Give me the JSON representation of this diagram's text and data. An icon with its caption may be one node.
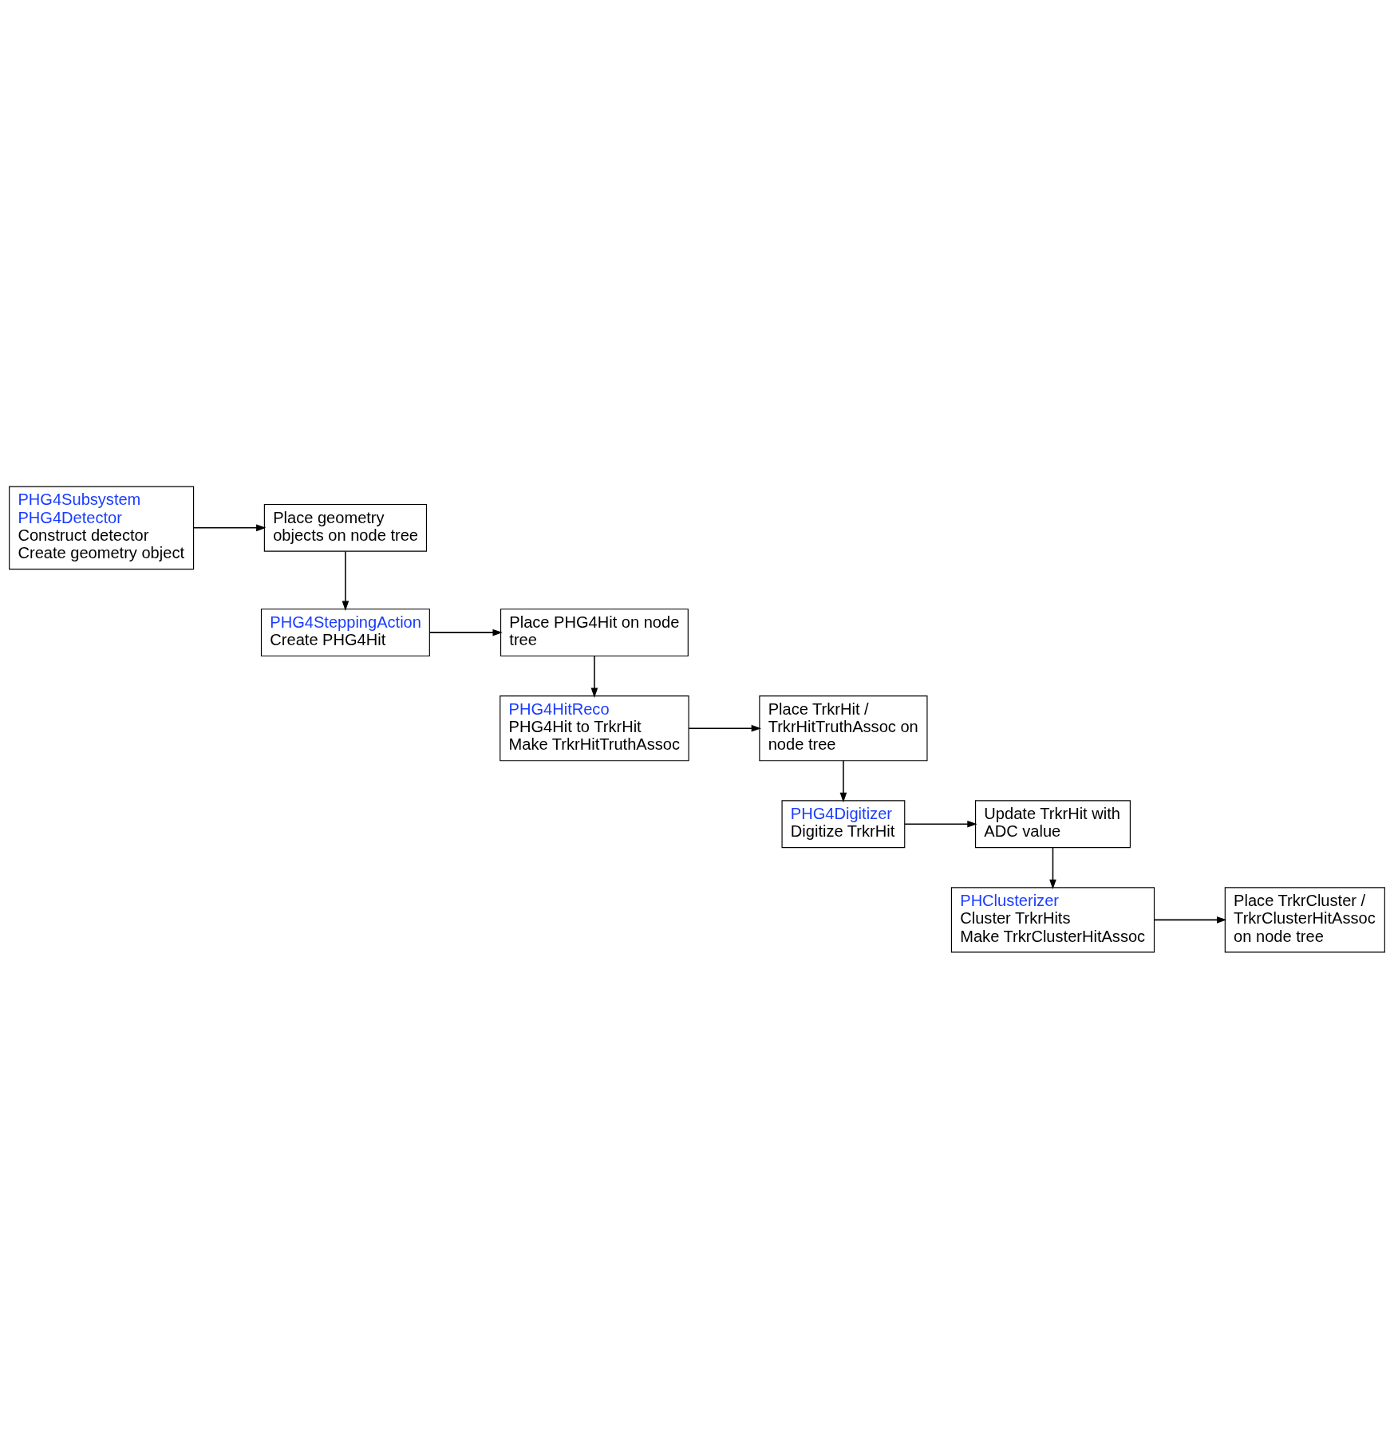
{
  "diagram": {
    "nodes": [
      {
        "text": [
          "PHG4Subsystem",
          "PHG4Detector",
          "Construct detector",
          "Create geometry object"
        ]
      },
      {
        "text": [
          "Place geometry objects on node tree"
        ]
      },
      {
        "text": [
          "PHG4SteppingAction",
          "Create PHG4Hit"
        ]
      },
      {
        "text": [
          "Place PHG4Hit on node tree"
        ]
      },
      {
        "text": [
          "PHG4HitReco",
          "PHG4Hit to TrkrHit",
          "Make TrkrHitTruthAssoc"
        ]
      },
      {
        "text": [
          "Place TrkrHit / TrkrHitTruthAssoc on node tree"
        ]
      },
      {
        "text": [
          "PHG4Digitizer",
          "Digitize TrkrHit"
        ]
      },
      {
        "text": [
          "Update TrkrHit with ADC value"
        ]
      },
      {
        "text": [
          "PHClusterizer",
          "Cluster TrkrHits",
          "Make TrkrClusterHitAssoc"
        ]
      },
      {
        "text": [
          "Place TrkrCluster / TrkrClusterHitAssoc on node tree"
        ]
      }
    ],
    "edges": [
      {
        "from": 0,
        "to": 1,
        "arrow": "to"
      },
      {
        "from": 1,
        "to": 2,
        "arrow": "to"
      },
      {
        "from": 2,
        "to": 3,
        "arrow": "to"
      },
      {
        "from": 3,
        "to": 4,
        "arrow": "to"
      },
      {
        "from": 4,
        "to": 5,
        "arrow": "to"
      },
      {
        "from": 5,
        "to": 6,
        "arrow": "to"
      },
      {
        "from": 6,
        "to": 7,
        "arrow": "to"
      },
      {
        "from": 7,
        "to": 8,
        "arrow": "to"
      },
      {
        "from": 8,
        "to": 9,
        "arrow": "to"
      }
    ]
  }
}
